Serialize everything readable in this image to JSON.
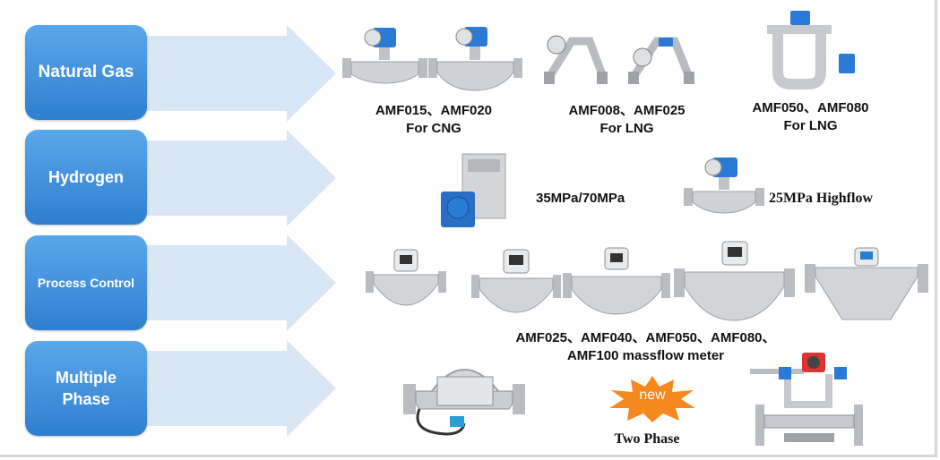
{
  "categories": [
    {
      "id": "natural-gas",
      "label": "Natural Gas"
    },
    {
      "id": "hydrogen",
      "label": "Hydrogen"
    },
    {
      "id": "process-control",
      "label": "Process Control"
    },
    {
      "id": "multiple-phase",
      "label": "Multiple\nPhase"
    }
  ],
  "natural_gas": {
    "group1": {
      "line1": "AMF015、AMF020",
      "line2": "For CNG"
    },
    "group2": {
      "line1": "AMF008、AMF025",
      "line2": "For LNG"
    },
    "group3": {
      "line1": "AMF050、AMF080",
      "line2": "For LNG"
    }
  },
  "hydrogen": {
    "pressure_label": "35MPa/70MPa",
    "highflow_label": "25MPa Highflow"
  },
  "process_control": {
    "line1": "AMF025、AMF040、AMF050、AMF080、",
    "line2": "AMF100 massflow meter"
  },
  "multiple_phase": {
    "badge": "new",
    "two_phase_label": "Two Phase"
  },
  "colors": {
    "accent": "#3b8de0",
    "arrow": "#d9e6f5",
    "steel": "#c9ccd0",
    "blue_head": "#2a7bd6"
  }
}
